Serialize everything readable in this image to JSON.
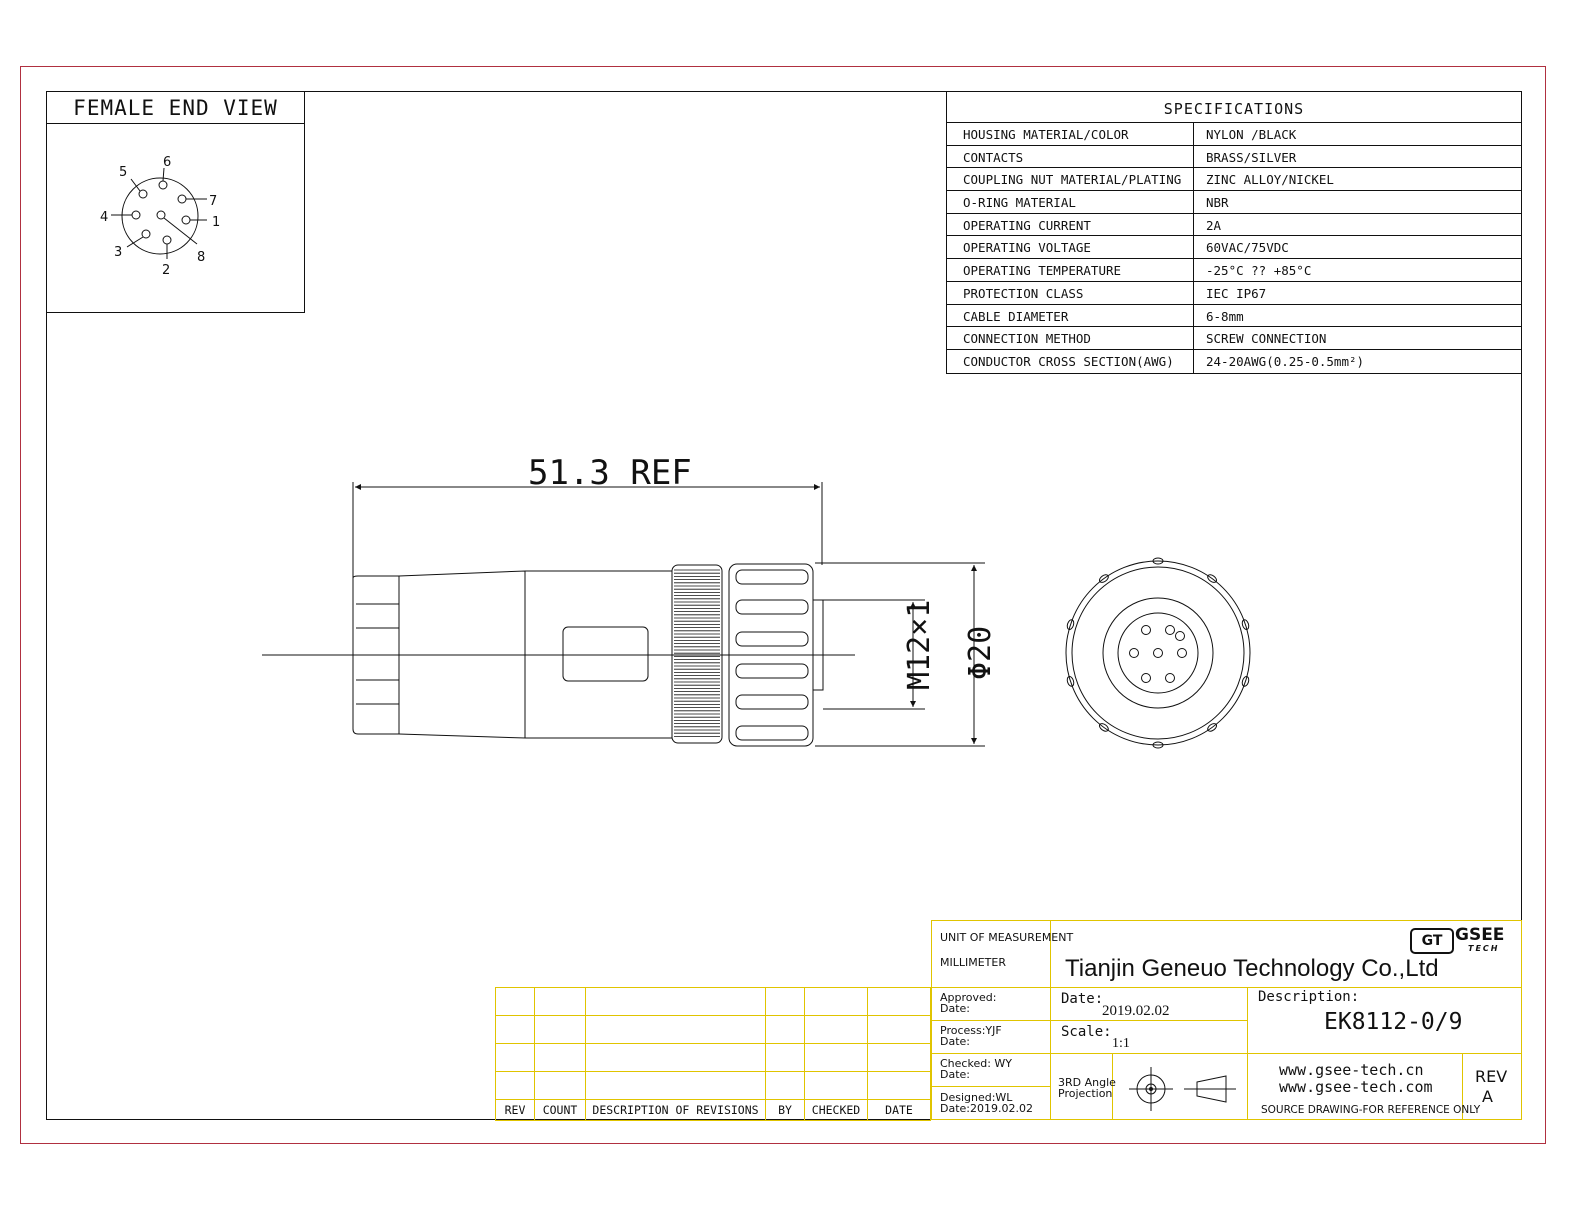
{
  "female_end_view": {
    "title": "FEMALE END VIEW",
    "pins": [
      "1",
      "2",
      "3",
      "4",
      "5",
      "6",
      "7",
      "8"
    ]
  },
  "specifications": {
    "title": "SPECIFICATIONS",
    "rows": [
      {
        "key": "HOUSING MATERIAL/COLOR",
        "value": "NYLON /BLACK"
      },
      {
        "key": "CONTACTS",
        "value": "BRASS/SILVER"
      },
      {
        "key": "COUPLING NUT MATERIAL/PLATING",
        "value": "ZINC ALLOY/NICKEL"
      },
      {
        "key": "O-RING MATERIAL",
        "value": "NBR"
      },
      {
        "key": "OPERATING CURRENT",
        "value": "2A"
      },
      {
        "key": "OPERATING VOLTAGE",
        "value": "60VAC/75VDC"
      },
      {
        "key": "OPERATING TEMPERATURE",
        "value": "-25°C ?? +85°C"
      },
      {
        "key": "PROTECTION CLASS",
        "value": "IEC  IP67"
      },
      {
        "key": "CABLE  DIAMETER",
        "value": "6-8mm"
      },
      {
        "key": "CONNECTION  METHOD",
        "value": "SCREW  CONNECTION"
      },
      {
        "key": "CONDUCTOR  CROSS  SECTION(AWG)",
        "value": "24-20AWG(0.25-0.5mm²)"
      }
    ]
  },
  "dimensions": {
    "length": "51.3 REF",
    "thread": "M12×1",
    "diameter": "Φ20"
  },
  "revision_table": {
    "headers": [
      "REV",
      "COUNT",
      "DESCRIPTION  OF  REVISIONS",
      "BY",
      "CHECKED",
      "DATE"
    ]
  },
  "title_block": {
    "unit_label": "UNIT OF MEASUREMENT",
    "unit_value": "MILLIMETER",
    "company": "Tianjin Geneuo Technology Co.,Ltd",
    "logo_text": "GSEE",
    "logo_sub": "TECH",
    "logo_mark": "GT",
    "approved": "Approved:",
    "approved_date": "Date:",
    "process": "Process:YJF",
    "process_date": "Date:",
    "checked": "Checked: WY",
    "checked_date": "Date:",
    "designed": "Designed:WL",
    "designed_date": "Date:2019.02.02",
    "date_label": "Date:",
    "date_value": "2019.02.02",
    "scale_label": "Scale:",
    "scale_value": "1:1",
    "description_label": "Description:",
    "part_number": "EK8112-0/9",
    "projection_line1": "3RD Angle",
    "projection_line2": "Projection",
    "website1": "www.gsee-tech.cn",
    "website2": "www.gsee-tech.com",
    "rev_label": "REV",
    "rev_value": "A",
    "note": "SOURCE DRAWING-FOR REFERENCE ONLY"
  }
}
